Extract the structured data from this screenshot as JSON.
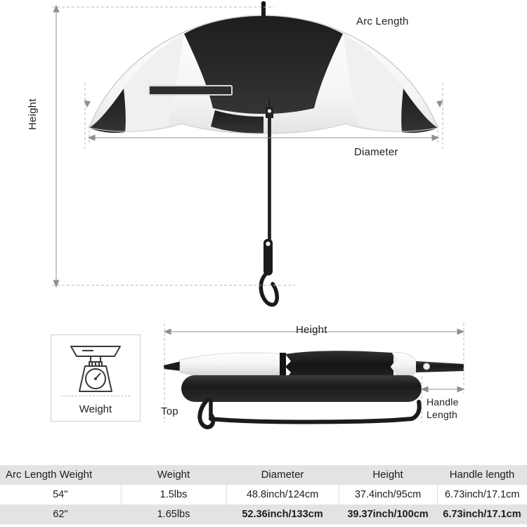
{
  "diagram": {
    "top": {
      "arc_length_label": "Arc Length",
      "diameter_label": "Diameter",
      "height_label": "Height"
    },
    "bottom": {
      "height_label": "Height",
      "top_label": "Top",
      "handle_length_label_line1": "Handle",
      "handle_length_label_line2": "Length",
      "weight_label": "Weight",
      "weight_icon": "kitchen-scale-icon"
    }
  },
  "table": {
    "headers": [
      "Arc Length Weight",
      "Weight",
      "Diameter",
      "Height",
      "Handle length"
    ],
    "rows": [
      {
        "arc_length": "54\"",
        "weight": "1.5lbs",
        "diameter": "48.8inch/124cm",
        "height": "37.4inch/95cm",
        "handle_length": "6.73inch/17.1cm"
      },
      {
        "arc_length": "62\"",
        "weight": "1.65lbs",
        "diameter": "52.36inch/133cm",
        "height": "39.37inch/100cm",
        "handle_length": "6.73inch/17.1cm"
      }
    ]
  },
  "colors": {
    "page_background": "#ffffff",
    "table_header_background": "#e3e3e3",
    "table_alt_row_background": "#e3e3e3",
    "canopy_dark": "#262626",
    "canopy_light": "#f2f2f2",
    "guide_line": "#b9b9b9",
    "text": "#1f1f1f"
  }
}
